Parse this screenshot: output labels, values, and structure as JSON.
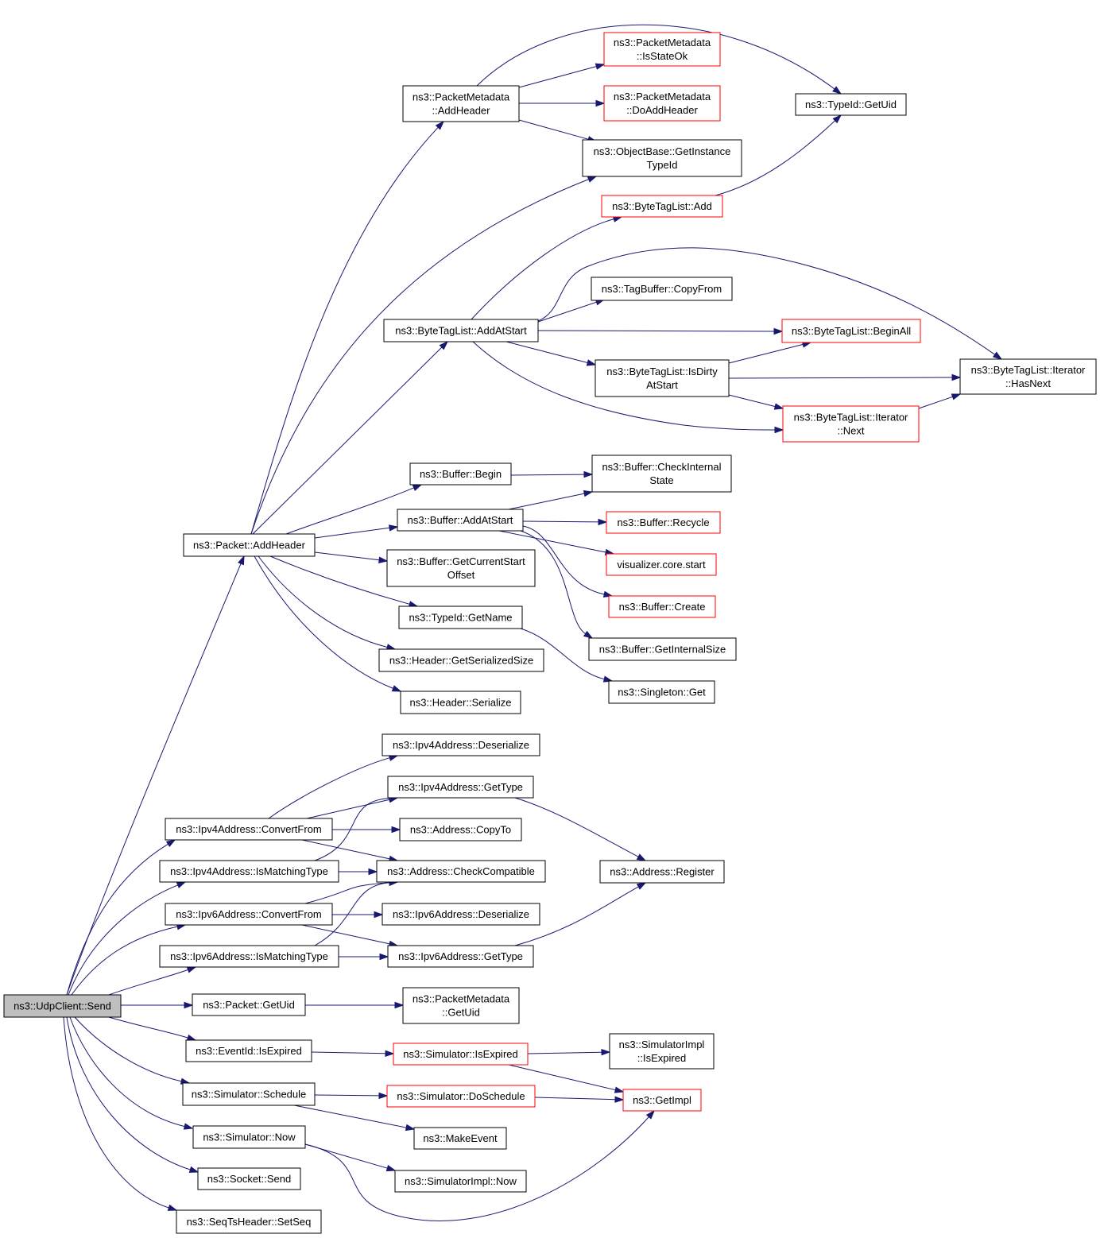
{
  "colors": {
    "edge": "#191970",
    "node_border": "#000000",
    "node_border_truncated": "#ff0000",
    "root_fill": "#bfbfbf",
    "node_fill": "#ffffff"
  },
  "nodes": {
    "n_send": {
      "lines": [
        "ns3::UdpClient::Send"
      ],
      "style": "root"
    },
    "n_pkt_addheader": {
      "lines": [
        "ns3::Packet::AddHeader"
      ],
      "style": "normal"
    },
    "n_pm_addheader": {
      "lines": [
        "ns3::PacketMetadata",
        "::AddHeader"
      ],
      "style": "normal"
    },
    "n_pm_isstateok": {
      "lines": [
        "ns3::PacketMetadata",
        "::IsStateOk"
      ],
      "style": "truncated"
    },
    "n_pm_doaddheader": {
      "lines": [
        "ns3::PacketMetadata",
        "::DoAddHeader"
      ],
      "style": "truncated"
    },
    "n_objbase_getinst": {
      "lines": [
        "ns3::ObjectBase::GetInstance",
        "TypeId"
      ],
      "style": "normal"
    },
    "n_typeid_getuid": {
      "lines": [
        "ns3::TypeId::GetUid"
      ],
      "style": "normal"
    },
    "n_btl_add": {
      "lines": [
        "ns3::ByteTagList::Add"
      ],
      "style": "truncated"
    },
    "n_tagbuf_copyfrom": {
      "lines": [
        "ns3::TagBuffer::CopyFrom"
      ],
      "style": "normal"
    },
    "n_btl_addatstart": {
      "lines": [
        "ns3::ByteTagList::AddAtStart"
      ],
      "style": "normal"
    },
    "n_btl_beginall": {
      "lines": [
        "ns3::ByteTagList::BeginAll"
      ],
      "style": "truncated"
    },
    "n_btl_isdirty": {
      "lines": [
        "ns3::ByteTagList::IsDirty",
        "AtStart"
      ],
      "style": "normal"
    },
    "n_btl_iter_hasnext": {
      "lines": [
        "ns3::ByteTagList::Iterator",
        "::HasNext"
      ],
      "style": "normal"
    },
    "n_btl_iter_next": {
      "lines": [
        "ns3::ByteTagList::Iterator",
        "::Next"
      ],
      "style": "truncated"
    },
    "n_buf_begin": {
      "lines": [
        "ns3::Buffer::Begin"
      ],
      "style": "normal"
    },
    "n_buf_checkinternal": {
      "lines": [
        "ns3::Buffer::CheckInternal",
        "State"
      ],
      "style": "normal"
    },
    "n_buf_addatstart": {
      "lines": [
        "ns3::Buffer::AddAtStart"
      ],
      "style": "normal"
    },
    "n_buf_recycle": {
      "lines": [
        "ns3::Buffer::Recycle"
      ],
      "style": "truncated"
    },
    "n_vis_start": {
      "lines": [
        "visualizer.core.start"
      ],
      "style": "truncated"
    },
    "n_buf_getcurstart": {
      "lines": [
        "ns3::Buffer::GetCurrentStart",
        "Offset"
      ],
      "style": "normal"
    },
    "n_buf_create": {
      "lines": [
        "ns3::Buffer::Create"
      ],
      "style": "truncated"
    },
    "n_typeid_getname": {
      "lines": [
        "ns3::TypeId::GetName"
      ],
      "style": "normal"
    },
    "n_buf_getinternalsize": {
      "lines": [
        "ns3::Buffer::GetInternalSize"
      ],
      "style": "normal"
    },
    "n_hdr_getsersize": {
      "lines": [
        "ns3::Header::GetSerializedSize"
      ],
      "style": "normal"
    },
    "n_singleton_get": {
      "lines": [
        "ns3::Singleton::Get"
      ],
      "style": "normal"
    },
    "n_hdr_serialize": {
      "lines": [
        "ns3::Header::Serialize"
      ],
      "style": "normal"
    },
    "n_ipv4_deser": {
      "lines": [
        "ns3::Ipv4Address::Deserialize"
      ],
      "style": "normal"
    },
    "n_ipv4_gettype": {
      "lines": [
        "ns3::Ipv4Address::GetType"
      ],
      "style": "normal"
    },
    "n_ipv4_convfrom": {
      "lines": [
        "ns3::Ipv4Address::ConvertFrom"
      ],
      "style": "normal"
    },
    "n_addr_copyto": {
      "lines": [
        "ns3::Address::CopyTo"
      ],
      "style": "normal"
    },
    "n_ipv4_ismatching": {
      "lines": [
        "ns3::Ipv4Address::IsMatchingType"
      ],
      "style": "normal"
    },
    "n_addr_checkcompat": {
      "lines": [
        "ns3::Address::CheckCompatible"
      ],
      "style": "normal"
    },
    "n_addr_register": {
      "lines": [
        "ns3::Address::Register"
      ],
      "style": "normal"
    },
    "n_ipv6_convfrom": {
      "lines": [
        "ns3::Ipv6Address::ConvertFrom"
      ],
      "style": "normal"
    },
    "n_ipv6_deser": {
      "lines": [
        "ns3::Ipv6Address::Deserialize"
      ],
      "style": "normal"
    },
    "n_ipv6_ismatching": {
      "lines": [
        "ns3::Ipv6Address::IsMatchingType"
      ],
      "style": "normal"
    },
    "n_ipv6_gettype": {
      "lines": [
        "ns3::Ipv6Address::GetType"
      ],
      "style": "normal"
    },
    "n_pkt_getuid": {
      "lines": [
        "ns3::Packet::GetUid"
      ],
      "style": "normal"
    },
    "n_pm_getuid": {
      "lines": [
        "ns3::PacketMetadata",
        "::GetUid"
      ],
      "style": "normal"
    },
    "n_eventid_isexpired": {
      "lines": [
        "ns3::EventId::IsExpired"
      ],
      "style": "normal"
    },
    "n_sim_isexpired": {
      "lines": [
        "ns3::Simulator::IsExpired"
      ],
      "style": "truncated"
    },
    "n_simimpl_isexpired": {
      "lines": [
        "ns3::SimulatorImpl",
        "::IsExpired"
      ],
      "style": "normal"
    },
    "n_sim_schedule": {
      "lines": [
        "ns3::Simulator::Schedule"
      ],
      "style": "normal"
    },
    "n_sim_doschedule": {
      "lines": [
        "ns3::Simulator::DoSchedule"
      ],
      "style": "truncated"
    },
    "n_getimpl": {
      "lines": [
        "ns3::GetImpl"
      ],
      "style": "truncated"
    },
    "n_makeevent": {
      "lines": [
        "ns3::MakeEvent"
      ],
      "style": "normal"
    },
    "n_sim_now": {
      "lines": [
        "ns3::Simulator::Now"
      ],
      "style": "normal"
    },
    "n_simimpl_now": {
      "lines": [
        "ns3::SimulatorImpl::Now"
      ],
      "style": "normal"
    },
    "n_socket_send": {
      "lines": [
        "ns3::Socket::Send"
      ],
      "style": "normal"
    },
    "n_seqts_setseq": {
      "lines": [
        "ns3::SeqTsHeader::SetSeq"
      ],
      "style": "normal"
    }
  },
  "edges": [
    [
      "n_send",
      "n_pkt_addheader"
    ],
    [
      "n_send",
      "n_ipv4_convfrom"
    ],
    [
      "n_send",
      "n_ipv4_ismatching"
    ],
    [
      "n_send",
      "n_ipv6_convfrom"
    ],
    [
      "n_send",
      "n_ipv6_ismatching"
    ],
    [
      "n_send",
      "n_pkt_getuid"
    ],
    [
      "n_send",
      "n_eventid_isexpired"
    ],
    [
      "n_send",
      "n_sim_schedule"
    ],
    [
      "n_send",
      "n_sim_now"
    ],
    [
      "n_send",
      "n_socket_send"
    ],
    [
      "n_send",
      "n_seqts_setseq"
    ],
    [
      "n_pkt_addheader",
      "n_pm_addheader"
    ],
    [
      "n_pkt_addheader",
      "n_objbase_getinst"
    ],
    [
      "n_pkt_addheader",
      "n_btl_addatstart"
    ],
    [
      "n_pkt_addheader",
      "n_buf_begin"
    ],
    [
      "n_pkt_addheader",
      "n_buf_addatstart"
    ],
    [
      "n_pkt_addheader",
      "n_buf_getcurstart"
    ],
    [
      "n_pkt_addheader",
      "n_typeid_getname"
    ],
    [
      "n_pkt_addheader",
      "n_hdr_getsersize"
    ],
    [
      "n_pkt_addheader",
      "n_hdr_serialize"
    ],
    [
      "n_pm_addheader",
      "n_typeid_getuid"
    ],
    [
      "n_pm_addheader",
      "n_pm_isstateok"
    ],
    [
      "n_pm_addheader",
      "n_pm_doaddheader"
    ],
    [
      "n_pm_addheader",
      "n_objbase_getinst"
    ],
    [
      "n_btl_add",
      "n_typeid_getuid"
    ],
    [
      "n_btl_addatstart",
      "n_btl_add"
    ],
    [
      "n_btl_addatstart",
      "n_tagbuf_copyfrom"
    ],
    [
      "n_btl_addatstart",
      "n_btl_iter_hasnext"
    ],
    [
      "n_btl_addatstart",
      "n_btl_beginall"
    ],
    [
      "n_btl_addatstart",
      "n_btl_isdirty"
    ],
    [
      "n_btl_addatstart",
      "n_btl_iter_next"
    ],
    [
      "n_btl_isdirty",
      "n_btl_beginall"
    ],
    [
      "n_btl_isdirty",
      "n_btl_iter_hasnext"
    ],
    [
      "n_btl_isdirty",
      "n_btl_iter_next"
    ],
    [
      "n_btl_iter_next",
      "n_btl_iter_hasnext"
    ],
    [
      "n_buf_begin",
      "n_buf_checkinternal"
    ],
    [
      "n_buf_addatstart",
      "n_buf_checkinternal"
    ],
    [
      "n_buf_addatstart",
      "n_buf_recycle"
    ],
    [
      "n_buf_addatstart",
      "n_vis_start"
    ],
    [
      "n_buf_addatstart",
      "n_buf_create"
    ],
    [
      "n_buf_addatstart",
      "n_buf_getinternalsize"
    ],
    [
      "n_typeid_getname",
      "n_singleton_get"
    ],
    [
      "n_ipv4_convfrom",
      "n_ipv4_deser"
    ],
    [
      "n_ipv4_convfrom",
      "n_ipv4_gettype"
    ],
    [
      "n_ipv4_convfrom",
      "n_addr_copyto"
    ],
    [
      "n_ipv4_convfrom",
      "n_addr_checkcompat"
    ],
    [
      "n_ipv4_ismatching",
      "n_ipv4_gettype"
    ],
    [
      "n_ipv4_ismatching",
      "n_addr_checkcompat"
    ],
    [
      "n_ipv4_gettype",
      "n_addr_register"
    ],
    [
      "n_ipv6_convfrom",
      "n_addr_checkcompat"
    ],
    [
      "n_ipv6_convfrom",
      "n_ipv6_deser"
    ],
    [
      "n_ipv6_convfrom",
      "n_ipv6_gettype"
    ],
    [
      "n_ipv6_ismatching",
      "n_addr_checkcompat"
    ],
    [
      "n_ipv6_ismatching",
      "n_ipv6_gettype"
    ],
    [
      "n_ipv6_gettype",
      "n_addr_register"
    ],
    [
      "n_pkt_getuid",
      "n_pm_getuid"
    ],
    [
      "n_eventid_isexpired",
      "n_sim_isexpired"
    ],
    [
      "n_sim_isexpired",
      "n_simimpl_isexpired"
    ],
    [
      "n_sim_isexpired",
      "n_getimpl"
    ],
    [
      "n_sim_schedule",
      "n_sim_doschedule"
    ],
    [
      "n_sim_schedule",
      "n_makeevent"
    ],
    [
      "n_sim_doschedule",
      "n_getimpl"
    ],
    [
      "n_sim_now",
      "n_simimpl_now"
    ],
    [
      "n_sim_now",
      "n_getimpl"
    ]
  ]
}
